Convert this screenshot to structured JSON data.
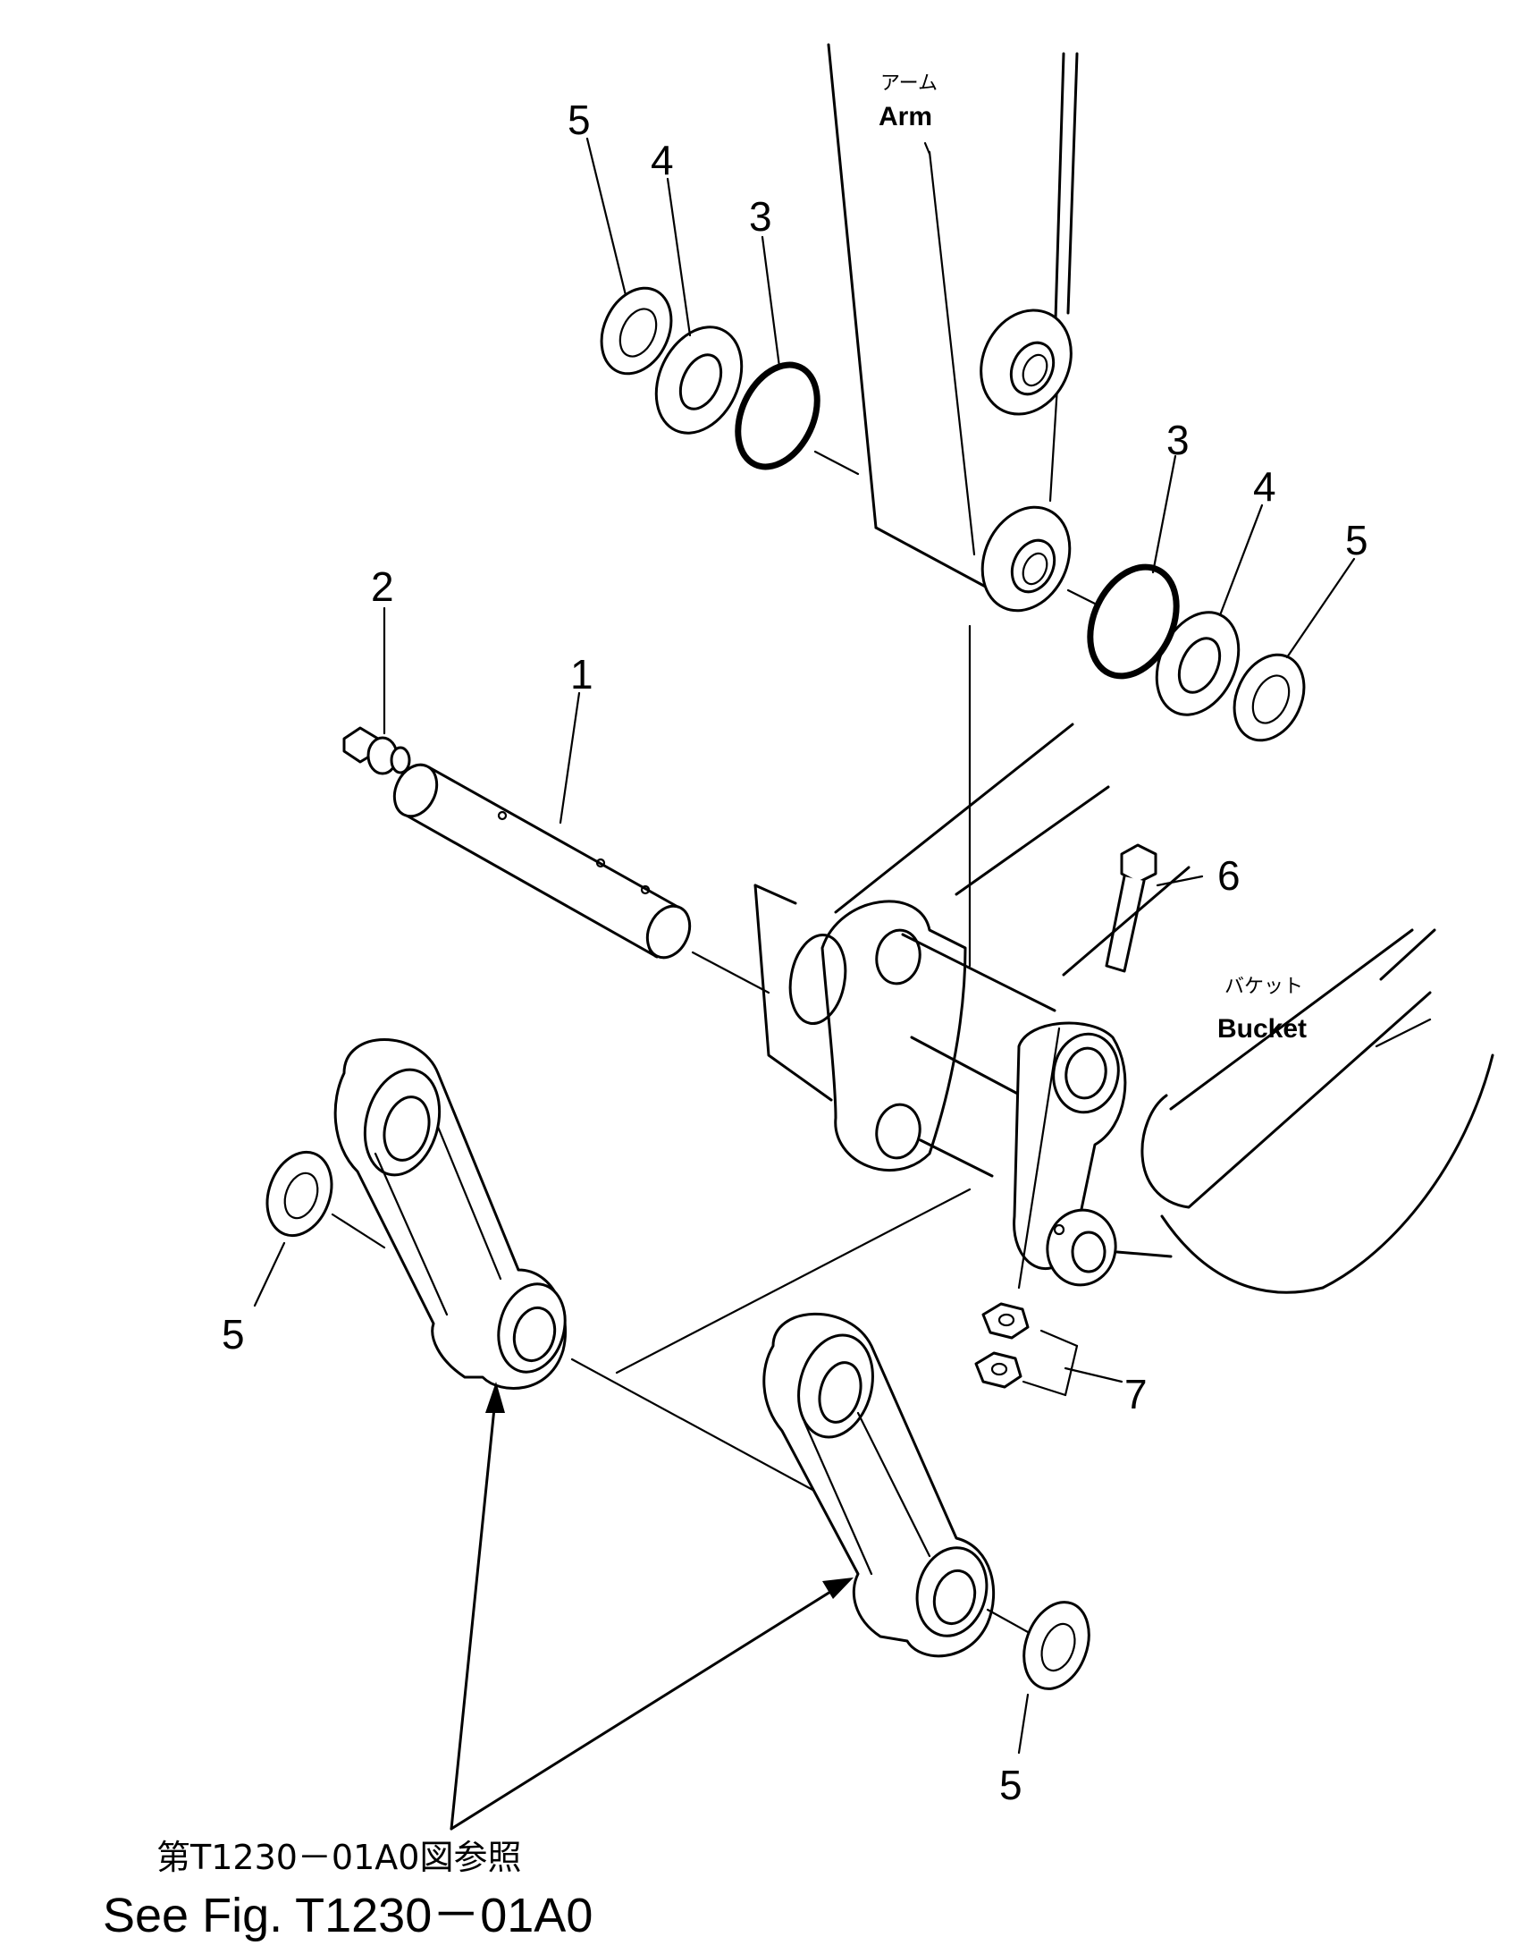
{
  "labels": {
    "arm_jp": "アーム",
    "arm_en": "Arm",
    "bucket_jp": "バケット",
    "bucket_en": "Bucket",
    "caption_jp": "第T1230－01A0図参照",
    "caption_en": "See Fig. T1230－01A0"
  },
  "callouts": [
    {
      "id": "5-top-left",
      "text": "5"
    },
    {
      "id": "4-top-left",
      "text": "4"
    },
    {
      "id": "3-top-left",
      "text": "3"
    },
    {
      "id": "3-right",
      "text": "3"
    },
    {
      "id": "4-right",
      "text": "4"
    },
    {
      "id": "5-right",
      "text": "5"
    },
    {
      "id": "2",
      "text": "2"
    },
    {
      "id": "1",
      "text": "1"
    },
    {
      "id": "6",
      "text": "6"
    },
    {
      "id": "7",
      "text": "7"
    },
    {
      "id": "5-left",
      "text": "5"
    },
    {
      "id": "5-bottom",
      "text": "5"
    }
  ]
}
